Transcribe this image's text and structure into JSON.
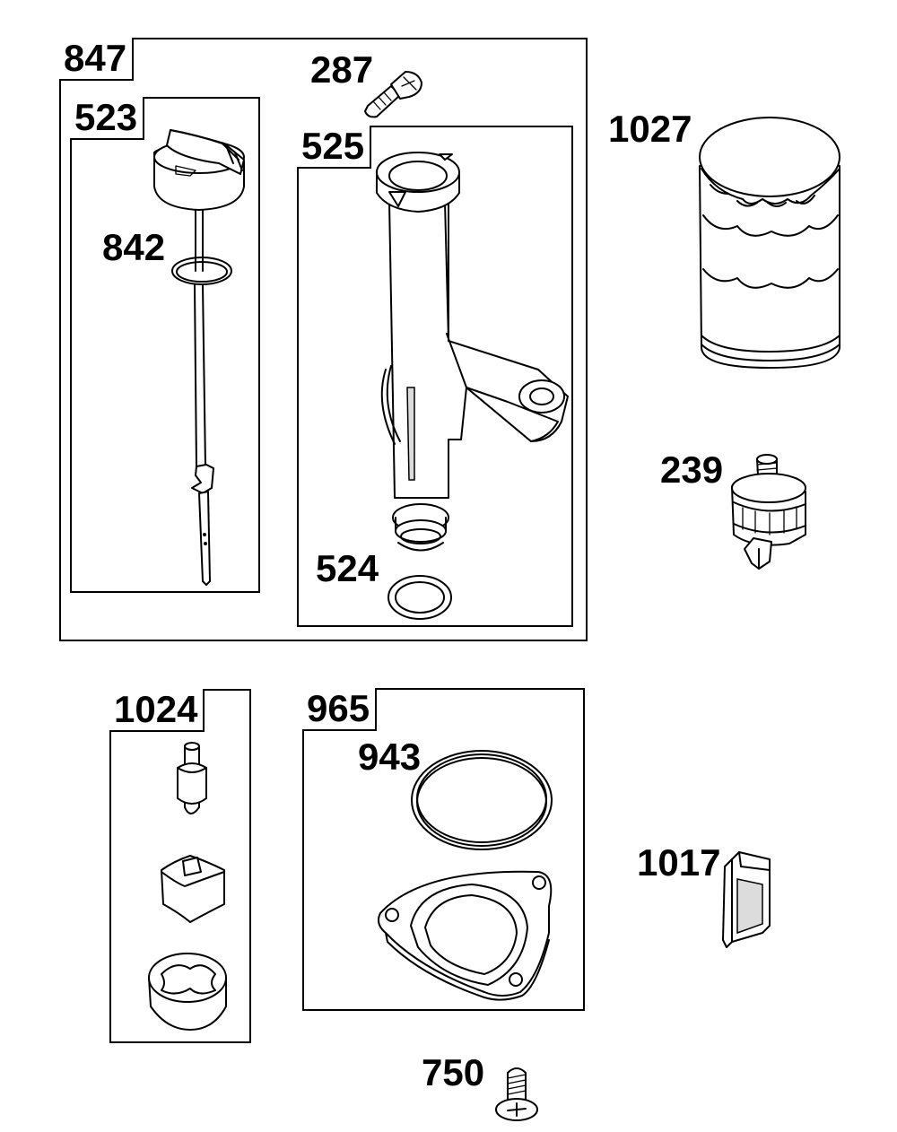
{
  "parts": {
    "kit_847": "847",
    "kit_523": "523",
    "part_842": "842",
    "part_287": "287",
    "kit_525": "525",
    "part_524": "524",
    "part_1027": "1027",
    "part_239": "239",
    "kit_1024": "1024",
    "kit_965": "965",
    "part_943": "943",
    "part_1017": "1017",
    "part_750": "750"
  }
}
